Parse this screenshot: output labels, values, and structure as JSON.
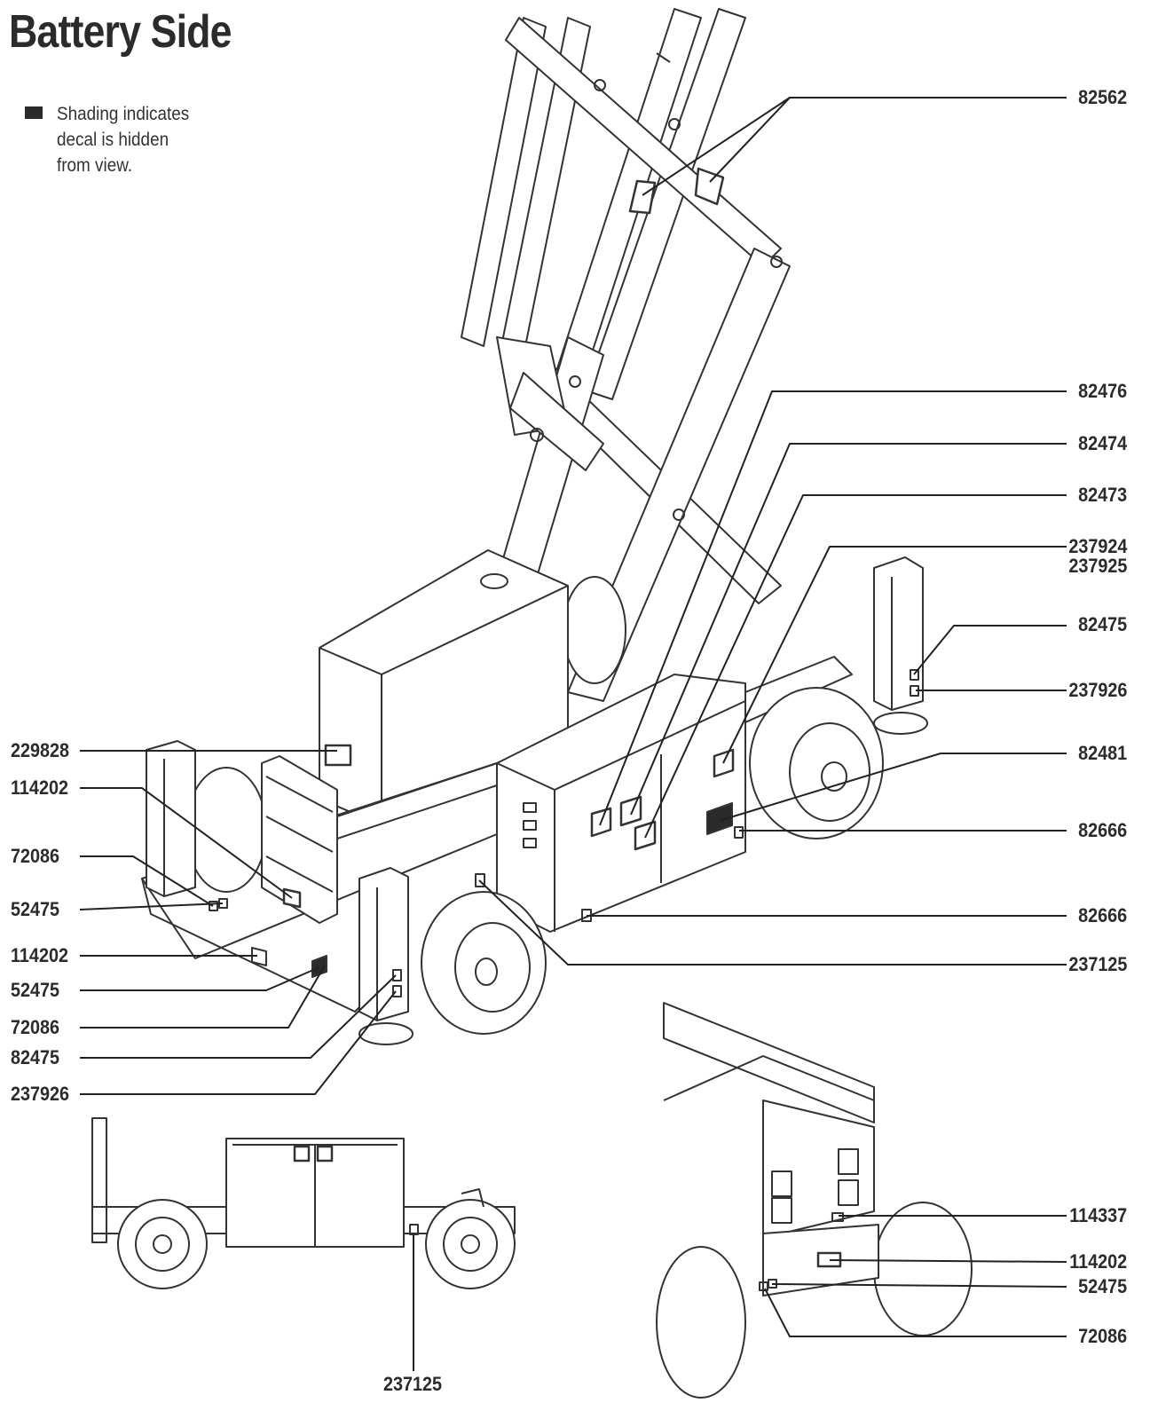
{
  "title": "Battery Side",
  "legend": {
    "text": "Shading indicates\ndecal is hidden\nfrom view."
  },
  "callouts_right": [
    "82562",
    "82476",
    "82474",
    "82473",
    "237924",
    "237925",
    "82475",
    "237926",
    "82481",
    "82666",
    "82666",
    "237125",
    "114337",
    "114202",
    "52475",
    "72086"
  ],
  "callouts_left": [
    "229828",
    "114202",
    "72086",
    "52475",
    "114202",
    "52475",
    "72086",
    "82475",
    "237926"
  ],
  "callout_bottom": "237125",
  "colors": {
    "ink": "#2b2b2b",
    "background": "#ffffff"
  }
}
